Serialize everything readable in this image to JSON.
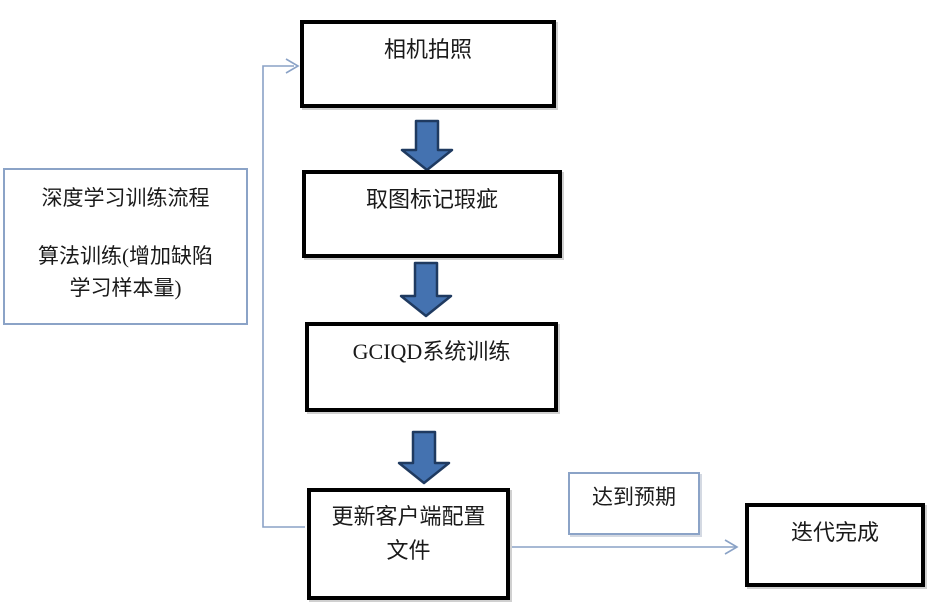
{
  "colors": {
    "background": "#ffffff",
    "node_border": "#000000",
    "note_border": "#8ba3c7",
    "connector": "#8aa2c6",
    "block_arrow_fill": "#4472b0",
    "block_arrow_stroke": "#1f3a60",
    "text": "#1a1a1a"
  },
  "nodes": {
    "camera": {
      "label": "相机拍照"
    },
    "mark_defects": {
      "label": "取图标记瑕疵"
    },
    "system_training": {
      "label": "GCIQD系统训练"
    },
    "update_config": {
      "line1": "更新客户端配置",
      "line2": "文件"
    },
    "training_note": {
      "line1": "深度学习训练流程",
      "line2": "算法训练(增加缺陷",
      "line3": "学习样本量)"
    },
    "expectation": {
      "label": "达到预期"
    },
    "iteration_done": {
      "label": "迭代完成"
    }
  }
}
